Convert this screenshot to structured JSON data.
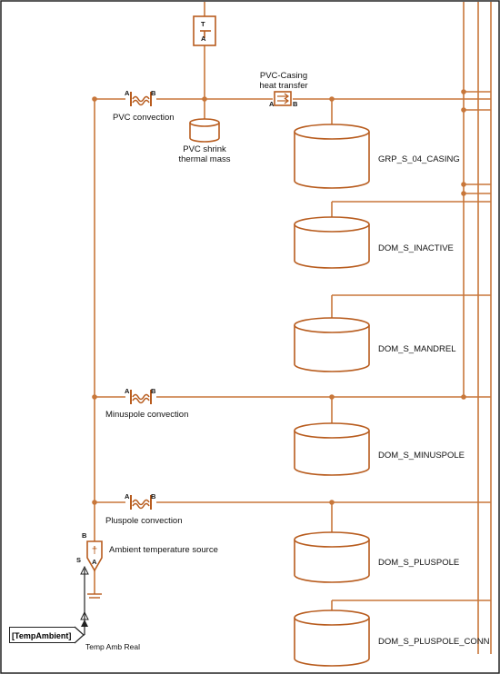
{
  "blocks": {
    "pvc_casing_label": [
      "PVC-Casing",
      "heat transfer"
    ],
    "pvc_convection_label": "PVC convection",
    "pvc_shrink_label": [
      "PVC shrink",
      "thermal mass"
    ],
    "minuspole_convection_label": "Minuspole convection",
    "pluspole_convection_label": "Pluspole convection",
    "ambient_source_label": "Ambient temperature source",
    "temp_amb_real_label": "Temp Amb Real",
    "inport_label": "[TempAmbient]"
  },
  "masses": [
    "GRP_S_04_CASING",
    "DOM_S_INACTIVE",
    "DOM_S_MANDREL",
    "DOM_S_MINUSPOLE",
    "DOM_S_PLUSPOLE",
    "DOM_S_PLUSPOLE_CONN"
  ],
  "ports": {
    "a": "A",
    "b": "B",
    "s": "S"
  },
  "colors": {
    "wire": "#c8773a",
    "block": "#b85c1e",
    "border": "#222222"
  }
}
